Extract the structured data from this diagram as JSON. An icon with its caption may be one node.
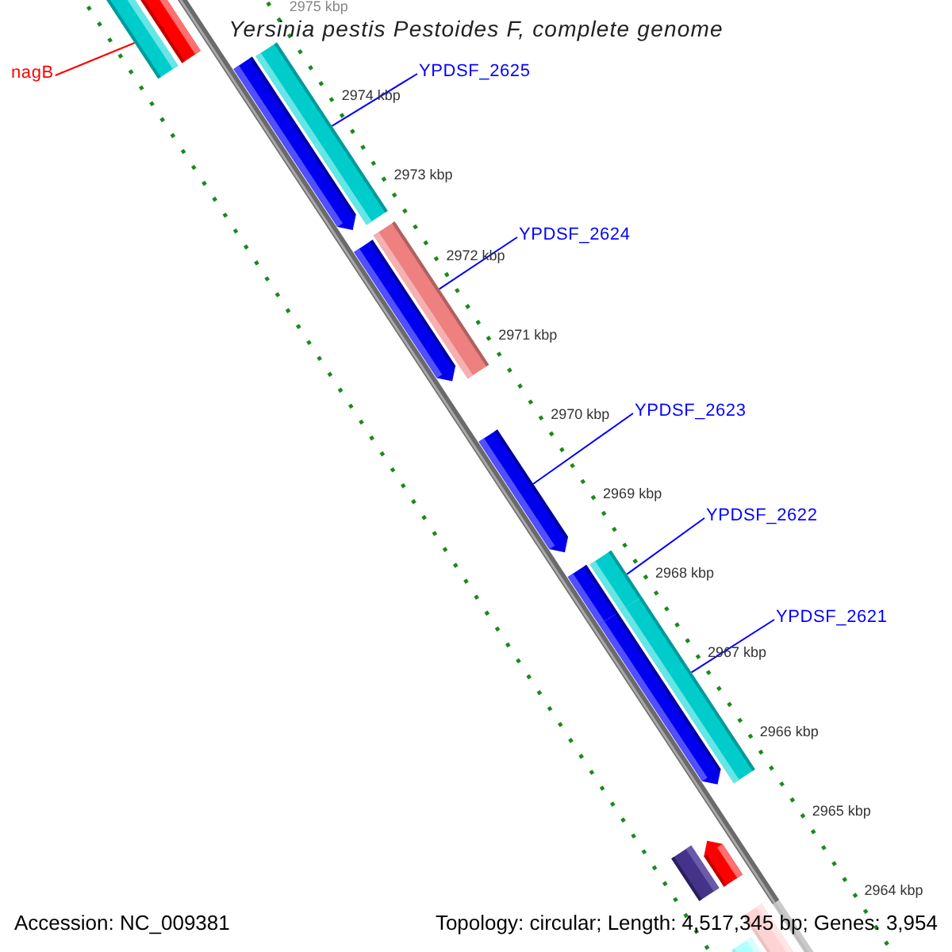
{
  "diagram": {
    "title": "Yersinia pestis Pestoides F, complete genome",
    "nodes": [
      {
        "text": [
          "nagB"
        ]
      },
      {
        "text": [],
        "shape": "bar"
      },
      {
        "text": [],
        "shape": "bar"
      },
      {
        "text": [
          "YPDSF_2625"
        ]
      },
      {
        "text": [],
        "shape": "bar"
      },
      {
        "text": [],
        "shape": "bar"
      },
      {
        "text": [
          "YPDSF_2624"
        ]
      },
      {
        "text": [],
        "shape": "bar"
      },
      {
        "text": [],
        "shape": "bar"
      },
      {
        "text": [
          "YPDSF_2623"
        ]
      },
      {
        "text": [],
        "shape": "bar"
      },
      {
        "text": [
          "YPDSF_2622"
        ]
      },
      {
        "text": [],
        "shape": "bar"
      },
      {
        "text": [],
        "shape": "bar"
      },
      {
        "text": [
          "YPDSF_2621"
        ]
      },
      {
        "text": [],
        "shape": "bar"
      },
      {
        "text": [],
        "shape": "bar"
      },
      {
        "text": [],
        "shape": "bar"
      },
      {
        "text": [],
        "shape": "bar"
      },
      {
        "text": [],
        "shape": "bar"
      },
      {
        "text": [],
        "shape": "bar"
      }
    ],
    "edges": [
      {
        "from": 0,
        "to": 1,
        "arrow": "none",
        "color": "#ff0000"
      },
      {
        "from": 3,
        "to": 5,
        "arrow": "none"
      },
      {
        "from": 6,
        "to": 8,
        "arrow": "none"
      },
      {
        "from": 9,
        "to": 10,
        "arrow": "none"
      },
      {
        "from": 11,
        "to": 13,
        "arrow": "none"
      },
      {
        "from": 14,
        "to": 16,
        "arrow": "none"
      }
    ],
    "labels": [
      "2975 kbp",
      "2974 kbp",
      "2973 kbp",
      "2972 kbp",
      "2971 kbp",
      "2970 kbp",
      "2969 kbp",
      "2968 kbp",
      "2967 kbp",
      "2966 kbp",
      "2965 kbp",
      "2964 kbp",
      "Accession: NC_009381",
      "Topology: circular; Length: 4,517,345 bp; Genes: 3,954"
    ]
  }
}
